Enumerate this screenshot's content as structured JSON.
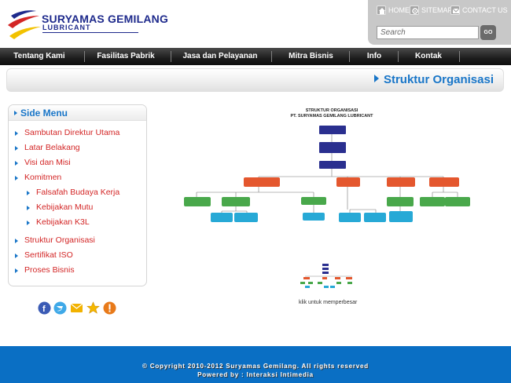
{
  "brand": {
    "name": "SURYAMAS GEMILANG",
    "sub": "LUBRICANT",
    "colors": {
      "navy": "#1e2a8c",
      "red": "#d32626",
      "yellow": "#f2c200",
      "blue": "#1976c8"
    }
  },
  "top_links": [
    {
      "label": "HOME",
      "icon": "home-icon"
    },
    {
      "label": "SITEMAP",
      "icon": "sitemap-icon"
    },
    {
      "label": "CONTACT US",
      "icon": "contact-icon"
    }
  ],
  "search": {
    "placeholder": "Search",
    "button": "GO"
  },
  "nav": [
    "Tentang Kami",
    "Fasilitas Pabrik",
    "Jasa dan Pelayanan",
    "Mitra Bisnis",
    "Info",
    "Kontak"
  ],
  "page_title": "Struktur Organisasi",
  "side_menu": {
    "title": "Side Menu",
    "items": [
      {
        "label": "Sambutan Direktur Utama",
        "level": 0
      },
      {
        "label": "Latar Belakang",
        "level": 0
      },
      {
        "label": "Visi dan Misi",
        "level": 0
      },
      {
        "label": "Komitmen",
        "level": 0
      },
      {
        "label": "Falsafah Budaya Kerja",
        "level": 1
      },
      {
        "label": "Kebijakan Mutu",
        "level": 1
      },
      {
        "label": "Kebijakan K3L",
        "level": 1
      },
      {
        "label": "Struktur Organisasi",
        "level": 0
      },
      {
        "label": "Sertifikat ISO",
        "level": 0
      },
      {
        "label": "Proses Bisnis",
        "level": 0
      }
    ]
  },
  "social_icons": [
    "facebook-icon",
    "twitter-icon",
    "email-icon",
    "bookmark-star-icon",
    "alert-icon"
  ],
  "org_chart": {
    "title": "STRUKTUR ORGANISASI",
    "subtitle": "PT. SURYAMAS GEMILANG LUBRICANT",
    "colors": {
      "top": "#2a2f8f",
      "division": "#e4572e",
      "manager": "#49a84b",
      "staff": "#27a9d6"
    }
  },
  "enlarge_label": "klik untuk memperbesar",
  "footer": {
    "line1": "© Copyright 2010-2012 Suryamas Gemilang. All rights reserved",
    "line2": "Powered by : Interaksi Intimedia",
    "color": "#0a6fc4"
  }
}
